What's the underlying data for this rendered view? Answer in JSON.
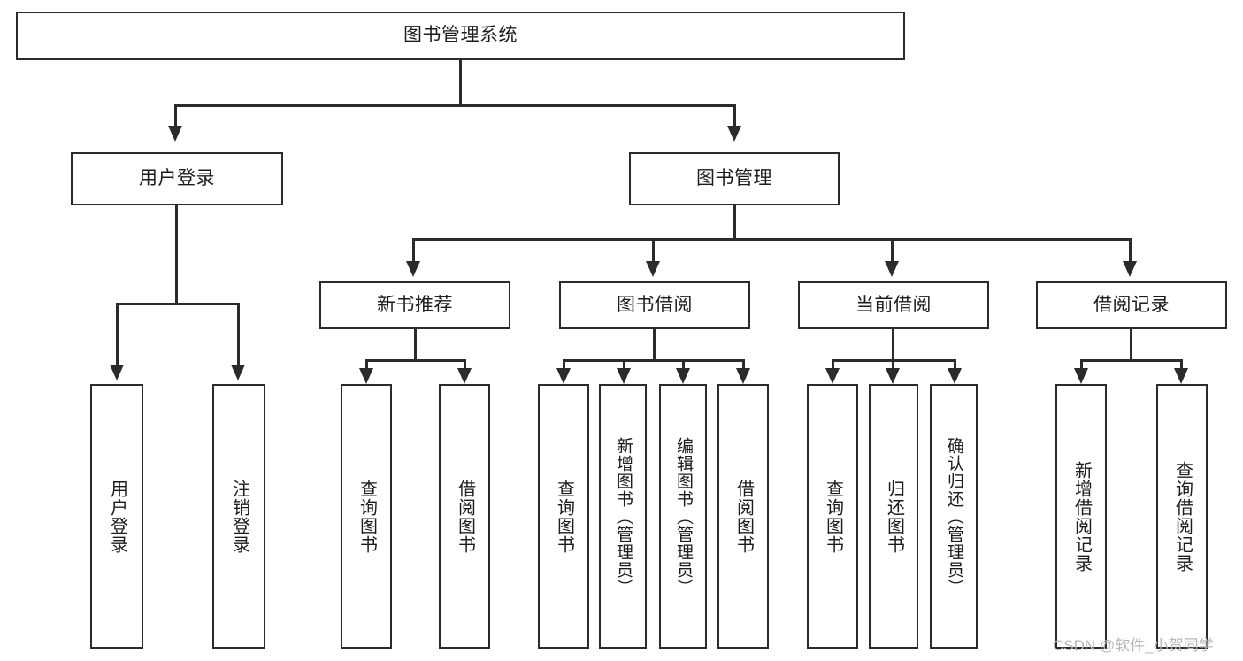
{
  "diagram": {
    "type": "tree",
    "title": "图书管理系统",
    "root": {
      "label": "图书管理系统"
    },
    "level2": [
      {
        "label": "用户登录"
      },
      {
        "label": "图书管理"
      }
    ],
    "level3": [
      {
        "label": "新书推荐"
      },
      {
        "label": "图书借阅"
      },
      {
        "label": "当前借阅"
      },
      {
        "label": "借阅记录"
      }
    ],
    "leaves": {
      "user_login": [
        {
          "label": "用户登录"
        },
        {
          "label": "注销登录"
        }
      ],
      "new_book_recommend": [
        {
          "label": "查询图书"
        },
        {
          "label": "借阅图书"
        }
      ],
      "book_borrow": [
        {
          "label": "查询图书"
        },
        {
          "label": "新增图书（管理员）"
        },
        {
          "label": "编辑图书（管理员）"
        },
        {
          "label": "借阅图书"
        }
      ],
      "current_borrow": [
        {
          "label": "查询图书"
        },
        {
          "label": "归还图书"
        },
        {
          "label": "确认归还（管理员）"
        }
      ],
      "borrow_record": [
        {
          "label": "新增借阅记录"
        },
        {
          "label": "查询借阅记录"
        }
      ]
    }
  },
  "watermark": {
    "text": "CSDN @软件_小贺同学"
  },
  "colors": {
    "stroke": "#2b2b2b",
    "text": "#1c1c1c",
    "background": "#ffffff",
    "watermark": "#b8b8b8"
  }
}
